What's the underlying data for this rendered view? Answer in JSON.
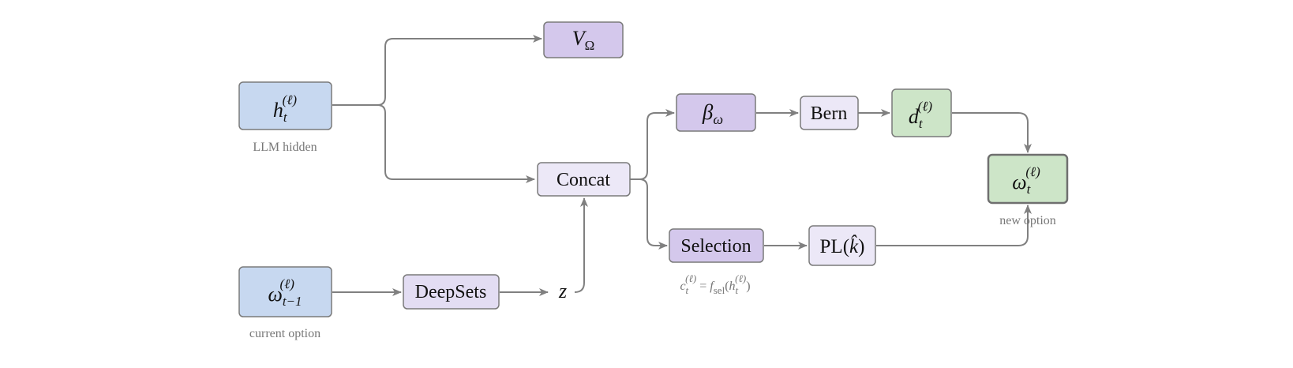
{
  "nodes": {
    "h": {
      "base": "h",
      "sub": "t",
      "sup": "(ℓ)",
      "color": "#c7d8f0"
    },
    "omega_prev": {
      "base": "ω",
      "sub": "t−1",
      "sup": "(ℓ)",
      "color": "#c7d8f0"
    },
    "v_omega": {
      "base": "V",
      "sub": "Ω",
      "color": "#d4c8ec"
    },
    "concat": {
      "text": "Concat",
      "color": "#ece8f7"
    },
    "deepsets": {
      "text": "DeepSets",
      "color": "#e3ddf3"
    },
    "z": {
      "text": "z"
    },
    "beta": {
      "base": "β",
      "sub": "ω",
      "color": "#d4c8ec"
    },
    "bern": {
      "text": "Bern",
      "color": "#ece8f7"
    },
    "d": {
      "base": "d",
      "sub": "t",
      "sup": "(ℓ)",
      "color": "#cde5c8"
    },
    "selection": {
      "text": "Selection",
      "color": "#d4c8ec"
    },
    "pl": {
      "pre": "PL(",
      "var": "k̂",
      "post": ")",
      "color": "#ece8f7"
    },
    "omega_new": {
      "base": "ω",
      "sub": "t",
      "sup": "(ℓ)",
      "color": "#cde5c8"
    }
  },
  "captions": {
    "llm_hidden": "LLM hidden",
    "current_option": "current option",
    "new_option": "new option",
    "selection_formula": {
      "c": "c",
      "c_sub": "t",
      "c_sup": "(ℓ)",
      "eq": " = ",
      "f": "f",
      "f_sub": "sel",
      "open": "(",
      "h": "h",
      "h_sub": "t",
      "h_sup": "(ℓ)",
      "close": ")"
    }
  },
  "colors": {
    "edge": "#808080",
    "border": "#7a7a7a",
    "caption": "#777777"
  }
}
